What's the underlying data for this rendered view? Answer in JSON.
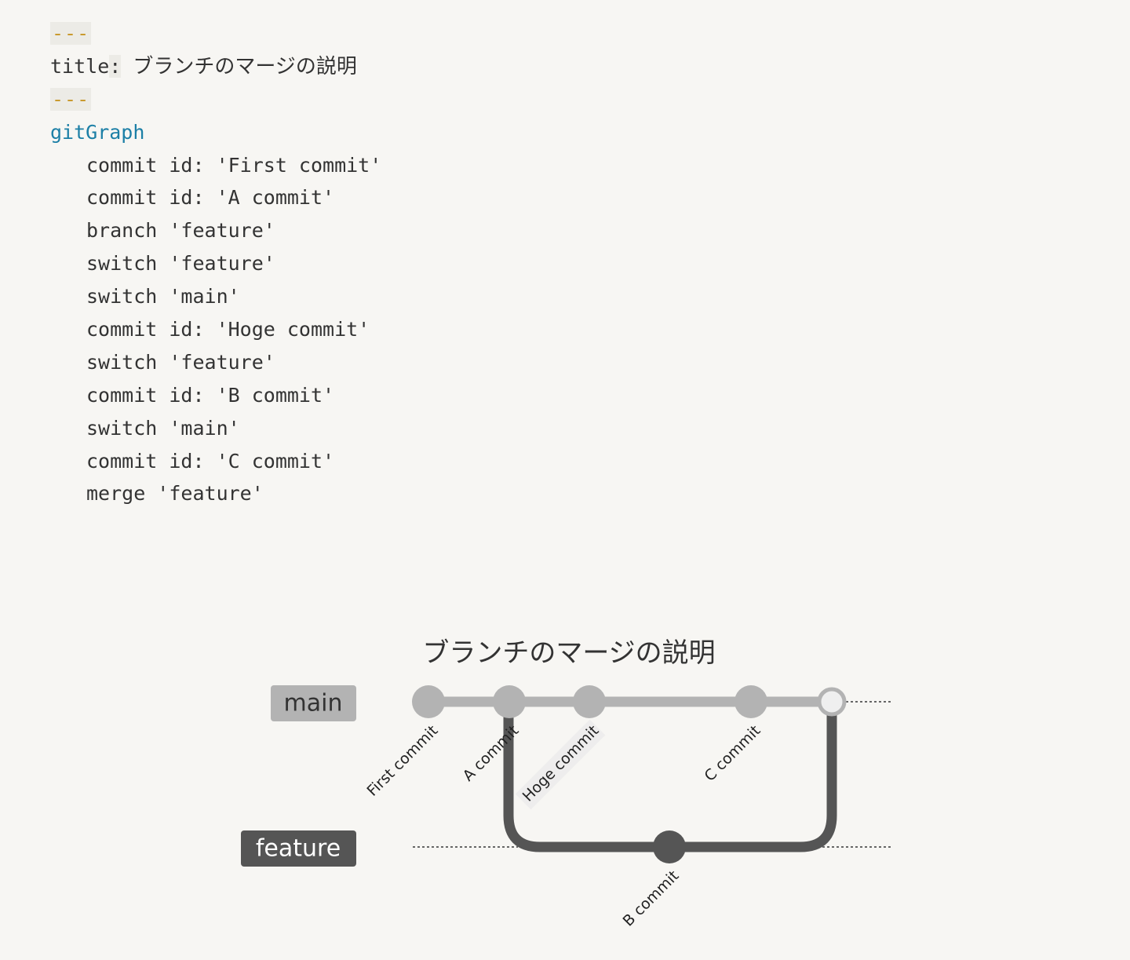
{
  "code": {
    "frontmatter_delimiter": "---",
    "title_key": "title",
    "title_colon": ":",
    "title_value": "ブランチのマージの説明",
    "diagram_type": "gitGraph",
    "lines": [
      "commit id: 'First commit'",
      "commit id: 'A commit'",
      "branch 'feature'",
      "switch 'feature'",
      "switch 'main'",
      "commit id: 'Hoge commit'",
      "switch 'feature'",
      "commit id: 'B commit'",
      "switch 'main'",
      "commit id: 'C commit'",
      "merge 'feature'"
    ]
  },
  "diagram": {
    "title": "ブランチのマージの説明",
    "branches": [
      {
        "name": "main",
        "color": "#b3b3b3",
        "label_text_color": "#333333"
      },
      {
        "name": "feature",
        "color": "#555555",
        "label_text_color": "#ffffff"
      }
    ],
    "commits": [
      {
        "id": "First commit",
        "branch": "main",
        "type": "normal"
      },
      {
        "id": "A commit",
        "branch": "main",
        "type": "normal"
      },
      {
        "id": "Hoge commit",
        "branch": "main",
        "type": "normal"
      },
      {
        "id": "B commit",
        "branch": "feature",
        "type": "normal"
      },
      {
        "id": "C commit",
        "branch": "main",
        "type": "normal"
      },
      {
        "id": "",
        "branch": "main",
        "type": "merge",
        "merged_from": "feature"
      }
    ]
  }
}
